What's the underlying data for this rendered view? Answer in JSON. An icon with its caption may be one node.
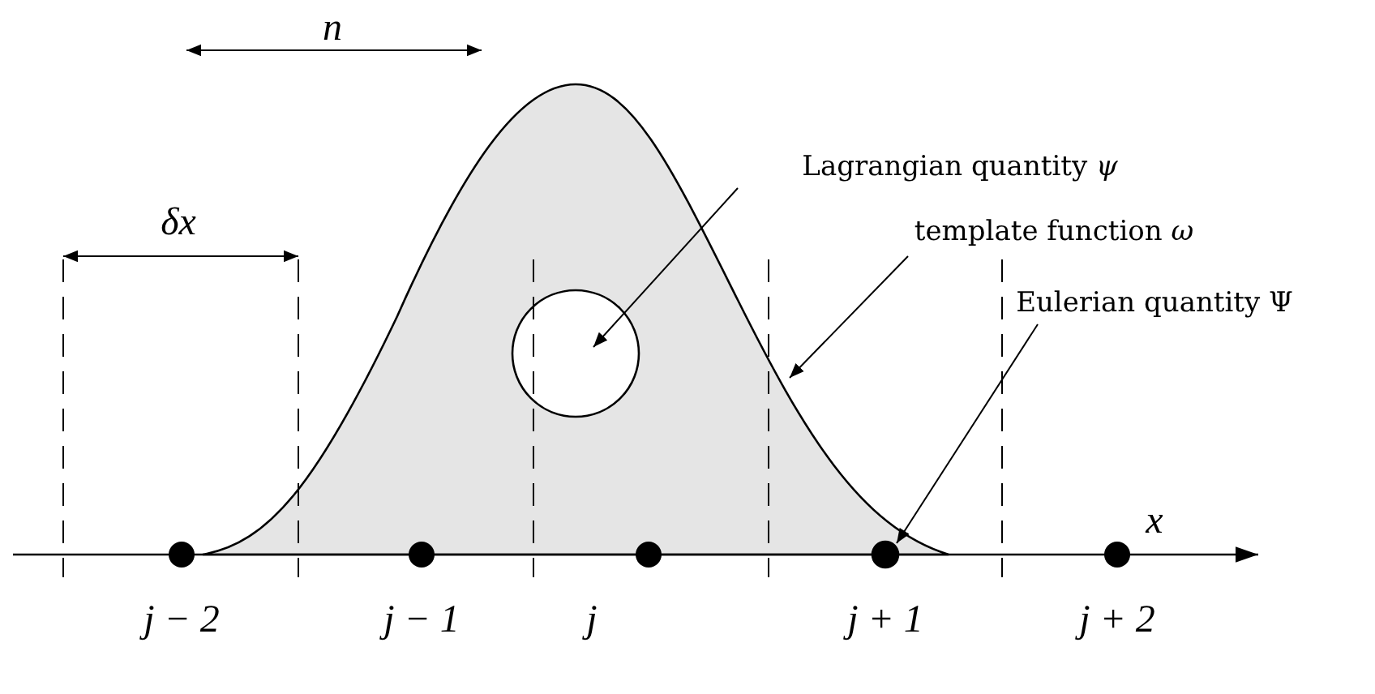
{
  "diagram": {
    "nodes": [
      {
        "text": [
          "Lagrangian quantity *ψ*"
        ]
      },
      {
        "text": [],
        "shape": "circle",
        "in": 3
      },
      {
        "text": [
          "template function *ω*"
        ]
      },
      {
        "text": [],
        "shape": "curve"
      },
      {
        "text": [
          "Eulerian quantity Ψ"
        ]
      },
      {
        "text": [],
        "shape": "circle"
      }
    ],
    "edges": [
      {
        "from": 0,
        "to": 1,
        "arrow": "to"
      },
      {
        "from": 2,
        "to": 3,
        "arrow": "to"
      },
      {
        "from": 4,
        "to": 5,
        "arrow": "to"
      }
    ],
    "labels": [
      "n",
      "δx",
      "x",
      "j − 2",
      "j − 1",
      "j",
      "j + 1",
      "j + 2"
    ]
  }
}
